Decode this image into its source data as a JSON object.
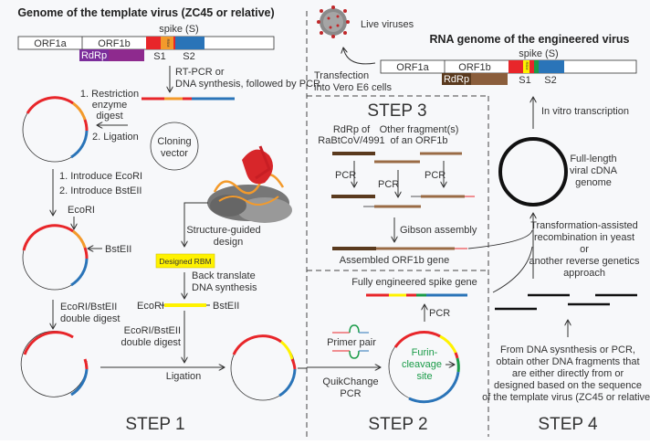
{
  "template_genome": {
    "title": "Genome of the template virus (ZC45 or relative)",
    "spike_label": "spike (S)",
    "orf1a": "ORF1a",
    "orf1b": "ORF1b",
    "rdrp": "RdRp",
    "rbm": "RBM",
    "s1": "S1",
    "s2": "S2",
    "rdrp_color": "#7b2d9b",
    "orf1b_color": "#8e2a8e"
  },
  "engineered_genome": {
    "title": "RNA genome of the engineered virus",
    "spike_label": "spike (S)",
    "orf1a": "ORF1a",
    "orf1b": "ORF1b",
    "rdrp": "RdRp",
    "rbm": "RBM",
    "s1": "S1",
    "s2": "S2",
    "rdrp_color": "#5a3a1e",
    "orf1b_color": "#8b5e3c"
  },
  "step1": {
    "label": "STEP 1",
    "rtpcr_line1": "RT-PCR or",
    "rtpcr_line2": "DNA synthesis, followed by PCR",
    "restriction_line1": "1. Restriction",
    "restriction_line2": "enzyme",
    "restriction_line3": "digest",
    "ligation2": "2. Ligation",
    "cloning_line1": "Cloning",
    "cloning_line2": "vector",
    "introduce1": "1. Introduce EcoRI",
    "introduce2": "2. Introduce BstEII",
    "ecori": "EcoRI",
    "bsteii": "BstEII",
    "structure_line1": "Structure-guided",
    "structure_line2": "design",
    "designed_rbm": "Designed RBM",
    "back_line1": "Back translate",
    "back_line2": "DNA synthesis",
    "frag_ecori": "EcoRI",
    "frag_bsteii": "BstEII",
    "digest_left_line1": "EcoRI/BstEII",
    "digest_left_line2": "double digest",
    "digest_mid_line1": "EcoRI/BstEII",
    "digest_mid_line2": "double digest",
    "ligation": "Ligation"
  },
  "step2": {
    "label": "STEP 2",
    "spike_gene": "Fully engineered spike gene",
    "pcr": "PCR",
    "primer_pair": "Primer pair",
    "quikchange_line1": "QuikChange",
    "quikchange_line2": "PCR",
    "furin_line1": "Furin-",
    "furin_line2": "cleavage",
    "furin_line3": "site"
  },
  "step3": {
    "label": "STEP 3",
    "rdrp_line1": "RdRp of",
    "rdrp_line2": "RaBtCoV/4991",
    "other_line1": "Other fragment(s)",
    "other_line2": "of an ORF1b",
    "pcr": "PCR",
    "gibson": "Gibson assembly",
    "assembled": "Assembled ORF1b gene"
  },
  "step4": {
    "label": "STEP 4",
    "live_viruses": "Live viruses",
    "transfection_line1": "Transfection",
    "transfection_line2": "into Vero E6 cells",
    "in_vitro": "In vitro transcription",
    "cdna_line1": "Full-length",
    "cdna_line2": "viral cDNA",
    "cdna_line3": "genome",
    "recomb_line1": "Transformation-assisted",
    "recomb_line2": "recombination in yeast",
    "recomb_line3": "or",
    "recomb_line4": "another reverse genetics",
    "recomb_line5": "approach",
    "from_line1": "From DNA sysnthesis or PCR,",
    "from_line2": "obtain other DNA fragments that",
    "from_line3": "are either directly from or",
    "from_line4": "designed based on the sequence",
    "from_line5": "of the template virus (ZC45 or relative)"
  },
  "colors": {
    "red": "#e8262a",
    "blue": "#2a74b8",
    "orange": "#f39a2b",
    "yellow": "#fff200",
    "green": "#1a9b48",
    "brown_dark": "#5a3a1e",
    "brown_light": "#9a6b45"
  }
}
